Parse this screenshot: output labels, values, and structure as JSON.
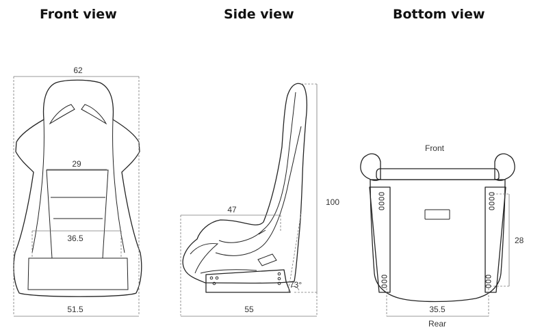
{
  "views": {
    "front": {
      "title": "Front view",
      "dims": {
        "top_width": "62",
        "upper_inner": "29",
        "lower_inner": "36.5",
        "bottom_width": "51.5"
      }
    },
    "side": {
      "title": "Side view",
      "dims": {
        "seat_depth": "47",
        "height": "100",
        "base_length": "55",
        "angle": "73°"
      }
    },
    "bottom": {
      "title": "Bottom view",
      "labels": {
        "front": "Front",
        "rear": "Rear"
      },
      "dims": {
        "mount_length": "28",
        "mount_width": "35.5"
      }
    }
  }
}
